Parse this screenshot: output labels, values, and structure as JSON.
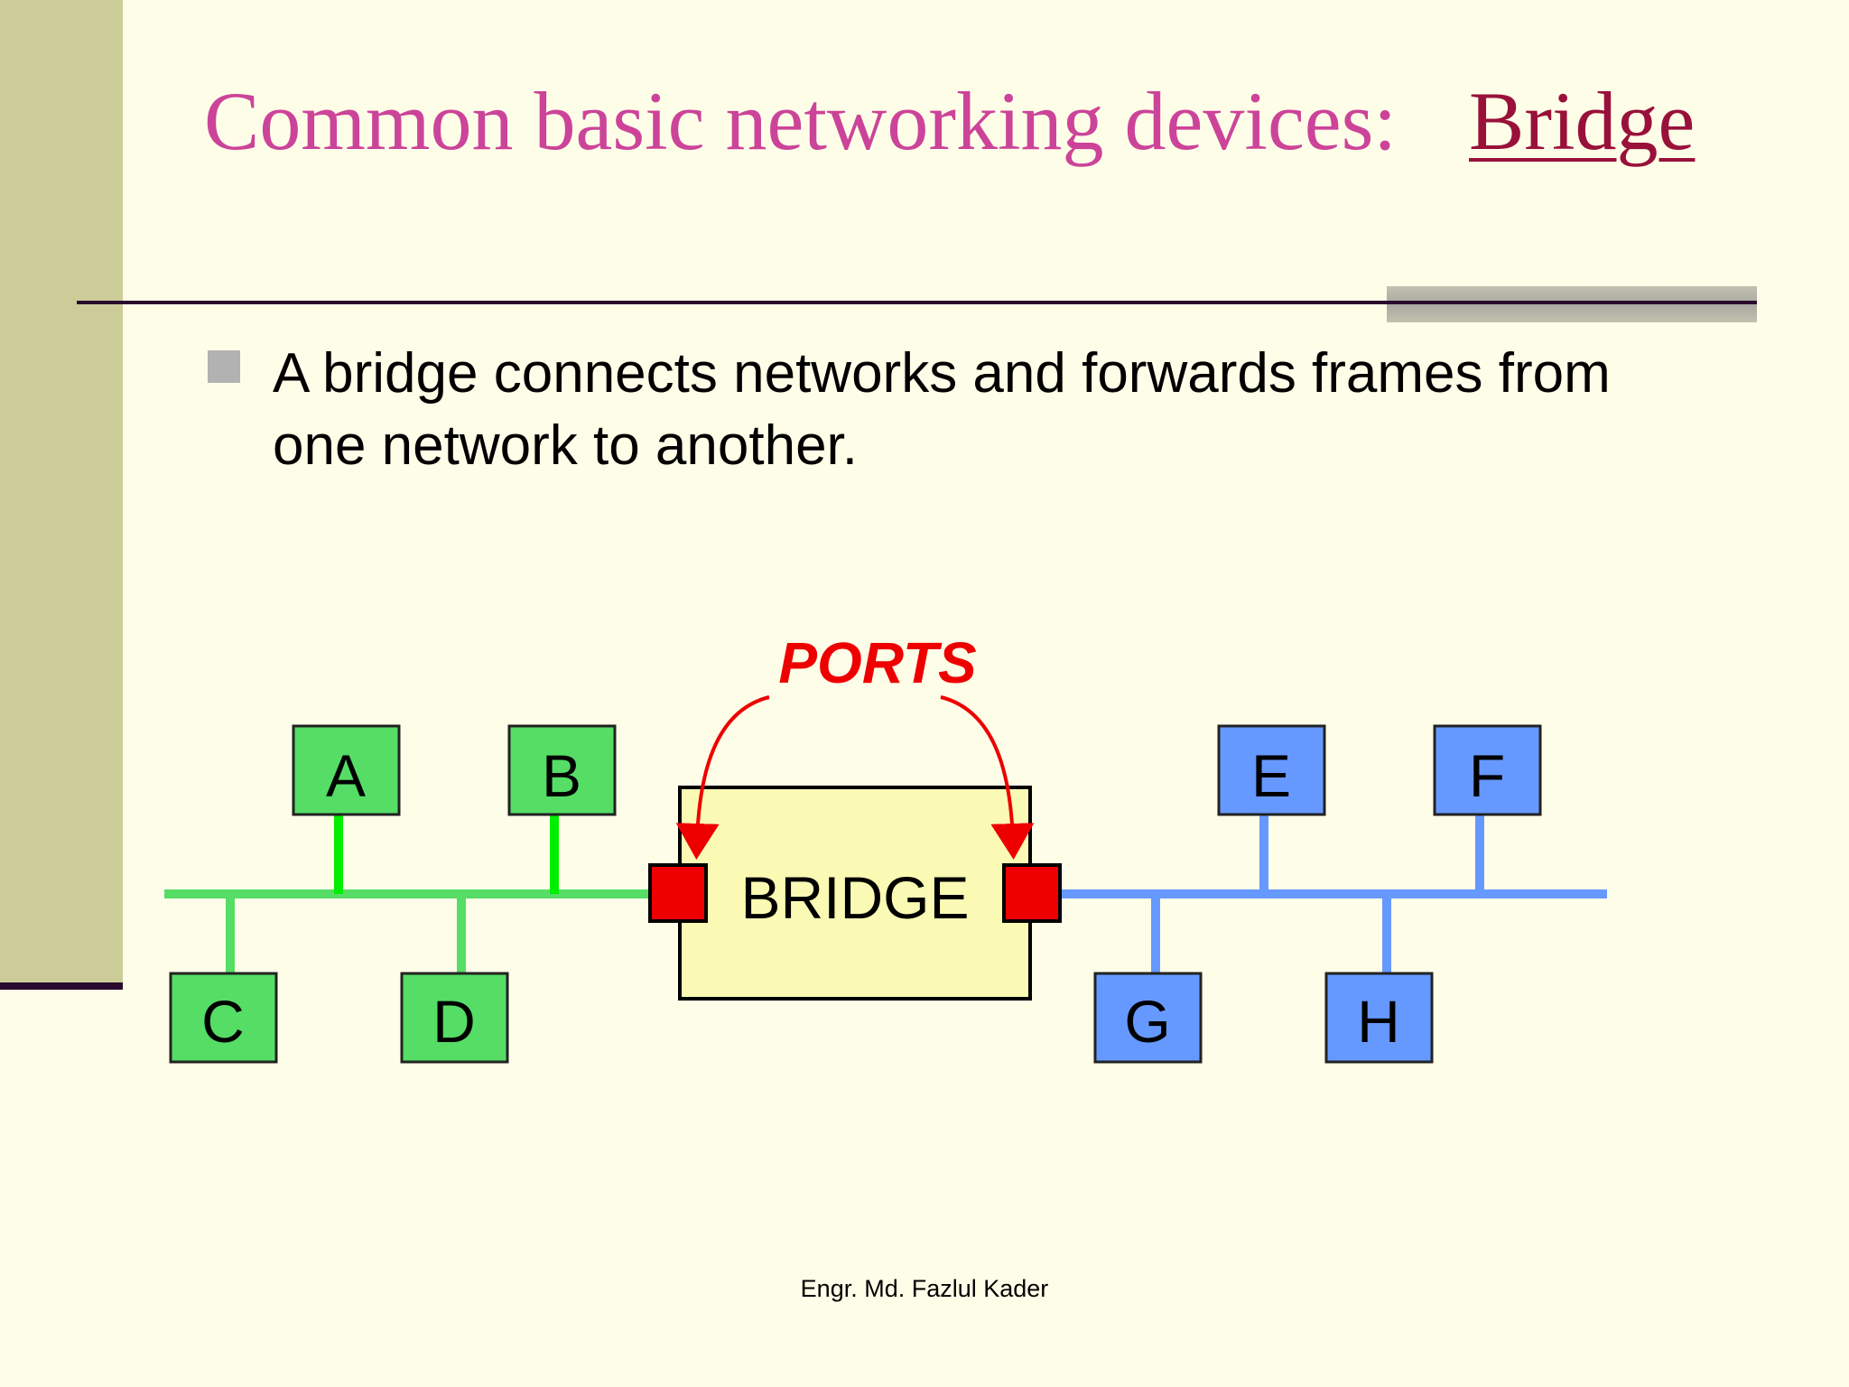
{
  "slide": {
    "title": "Common basic networking devices:",
    "title_link": "Bridge",
    "bullet_text": "A bridge connects networks and forwards frames from one network to another.",
    "footer": "Engr. Md. Fazlul Kader"
  },
  "diagram": {
    "ports_label": "PORTS",
    "bridge_label": "BRIDGE",
    "left_nodes": [
      "A",
      "B",
      "C",
      "D"
    ],
    "right_nodes": [
      "E",
      "F",
      "G",
      "H"
    ],
    "colors": {
      "left_network": "#55dd66",
      "left_node_fill": "#55dd66",
      "right_network": "#6699ff",
      "right_node_fill": "#6699ff",
      "bridge_fill": "#fafab4",
      "port_fill": "#ee0000",
      "ports_label": "#ee0000"
    }
  }
}
